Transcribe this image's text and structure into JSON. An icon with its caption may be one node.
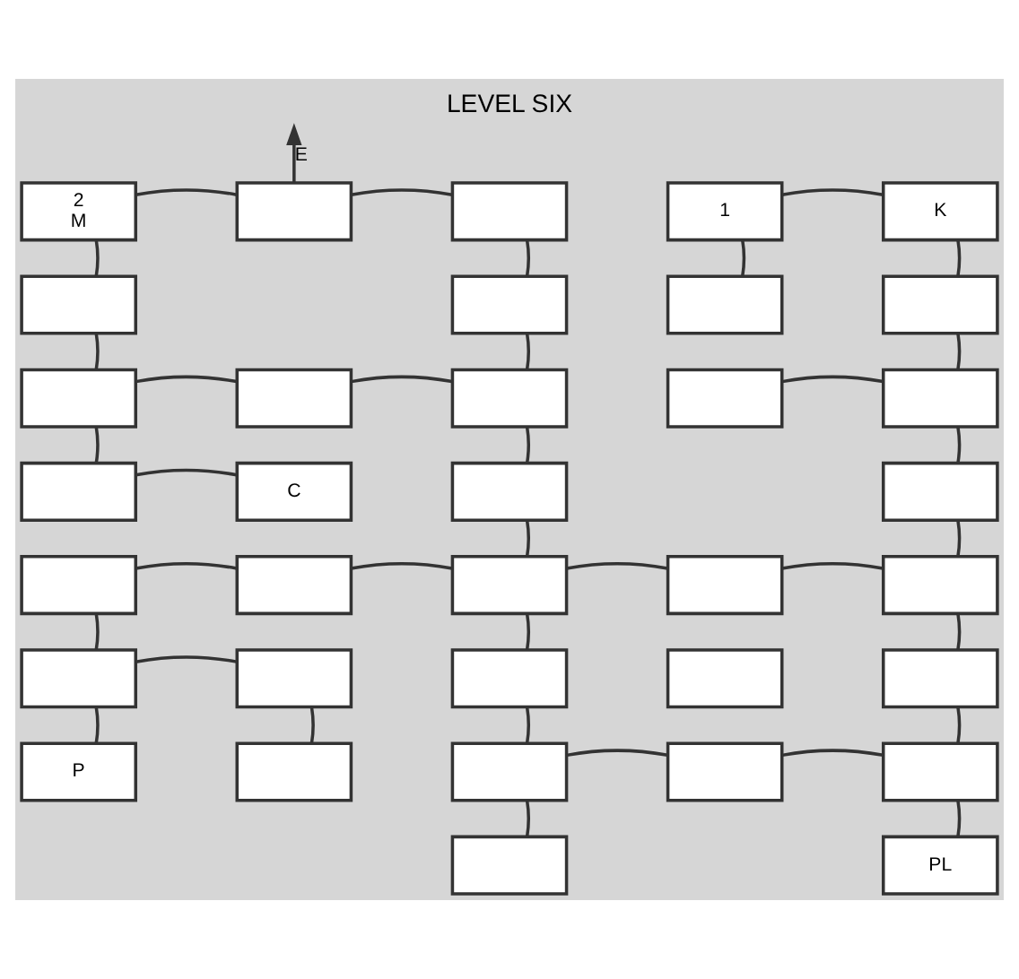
{
  "diagram": {
    "title": "LEVEL SIX",
    "nodes": [
      {
        "text": [
          "2",
          "M"
        ]
      },
      {
        "text": [],
        "shape": "box"
      },
      {
        "text": [],
        "shape": "box"
      },
      {
        "text": [
          "1"
        ]
      },
      {
        "text": [
          "K"
        ]
      },
      {
        "text": [],
        "shape": "box"
      },
      {
        "text": [],
        "shape": "box"
      },
      {
        "text": [],
        "shape": "box"
      },
      {
        "text": [],
        "shape": "box"
      },
      {
        "text": [],
        "shape": "box"
      },
      {
        "text": [],
        "shape": "box"
      },
      {
        "text": [],
        "shape": "box"
      },
      {
        "text": [],
        "shape": "box"
      },
      {
        "text": [],
        "shape": "box"
      },
      {
        "text": [],
        "shape": "box"
      },
      {
        "text": [
          "C"
        ]
      },
      {
        "text": [],
        "shape": "box"
      },
      {
        "text": [],
        "shape": "box"
      },
      {
        "text": [],
        "shape": "box"
      },
      {
        "text": [],
        "shape": "box"
      },
      {
        "text": [],
        "shape": "box"
      },
      {
        "text": [],
        "shape": "box"
      },
      {
        "text": [],
        "shape": "box"
      },
      {
        "text": [],
        "shape": "box"
      },
      {
        "text": [],
        "shape": "box"
      },
      {
        "text": [],
        "shape": "box"
      },
      {
        "text": [],
        "shape": "box"
      },
      {
        "text": [],
        "shape": "box"
      },
      {
        "text": [
          "P"
        ]
      },
      {
        "text": [],
        "shape": "box"
      },
      {
        "text": [],
        "shape": "box"
      },
      {
        "text": [],
        "shape": "box"
      },
      {
        "text": [],
        "shape": "box"
      },
      {
        "text": [],
        "shape": "box"
      },
      {
        "text": [
          "PL"
        ]
      }
    ],
    "edges": [
      {
        "from": 0,
        "to": 1,
        "arrow": "none"
      },
      {
        "from": 1,
        "to": 2,
        "arrow": "none"
      },
      {
        "from": 3,
        "to": 4,
        "arrow": "none"
      },
      {
        "from": 1,
        "to": null,
        "arrow": "to",
        "label": "E"
      },
      {
        "from": 0,
        "to": 5,
        "arrow": "none"
      },
      {
        "from": 2,
        "to": 6,
        "arrow": "none"
      },
      {
        "from": 3,
        "to": 7,
        "arrow": "none"
      },
      {
        "from": 4,
        "to": 8,
        "arrow": "none"
      },
      {
        "from": 5,
        "to": 9,
        "arrow": "none"
      },
      {
        "from": 6,
        "to": 11,
        "arrow": "none"
      },
      {
        "from": 8,
        "to": 13,
        "arrow": "none"
      },
      {
        "from": 9,
        "to": 10,
        "arrow": "none"
      },
      {
        "from": 10,
        "to": 11,
        "arrow": "none"
      },
      {
        "from": 12,
        "to": 13,
        "arrow": "none"
      },
      {
        "from": 9,
        "to": 14,
        "arrow": "none"
      },
      {
        "from": 11,
        "to": 16,
        "arrow": "none"
      },
      {
        "from": 13,
        "to": 17,
        "arrow": "none"
      },
      {
        "from": 14,
        "to": 15,
        "arrow": "none"
      },
      {
        "from": 16,
        "to": 20,
        "arrow": "none"
      },
      {
        "from": 17,
        "to": 22,
        "arrow": "none"
      },
      {
        "from": 18,
        "to": 19,
        "arrow": "none"
      },
      {
        "from": 19,
        "to": 20,
        "arrow": "none"
      },
      {
        "from": 20,
        "to": 21,
        "arrow": "none"
      },
      {
        "from": 21,
        "to": 22,
        "arrow": "none"
      },
      {
        "from": 18,
        "to": 23,
        "arrow": "none"
      },
      {
        "from": 20,
        "to": 25,
        "arrow": "none"
      },
      {
        "from": 22,
        "to": 27,
        "arrow": "none"
      },
      {
        "from": 23,
        "to": 24,
        "arrow": "none"
      },
      {
        "from": 23,
        "to": 28,
        "arrow": "none"
      },
      {
        "from": 24,
        "to": 29,
        "arrow": "none"
      },
      {
        "from": 25,
        "to": 30,
        "arrow": "none"
      },
      {
        "from": 27,
        "to": 32,
        "arrow": "none"
      },
      {
        "from": 30,
        "to": 31,
        "arrow": "none"
      },
      {
        "from": 31,
        "to": 32,
        "arrow": "none"
      },
      {
        "from": 30,
        "to": 33,
        "arrow": "none"
      },
      {
        "from": 32,
        "to": 34,
        "arrow": "none"
      }
    ]
  }
}
